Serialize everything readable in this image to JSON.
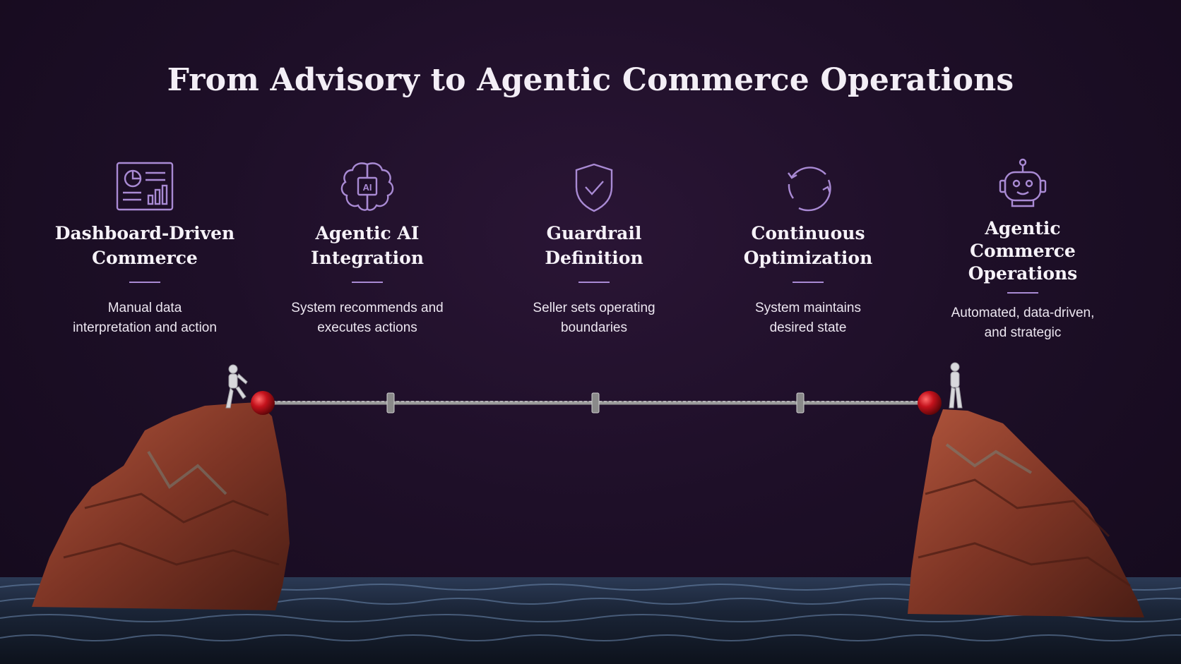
{
  "title": "From Advisory to Agentic Commerce Operations",
  "steps": [
    {
      "icon": "dashboard-chart-icon",
      "heading_line1": "Dashboard-Driven",
      "heading_line2": "Commerce",
      "heading_line3": "",
      "description_line1": "Manual data",
      "description_line2": "interpretation and action"
    },
    {
      "icon": "ai-brain-icon",
      "icon_text": "AI",
      "heading_line1": "Agentic AI",
      "heading_line2": "Integration",
      "heading_line3": "",
      "description_line1": "System recommends and",
      "description_line2": "executes actions"
    },
    {
      "icon": "shield-check-icon",
      "heading_line1": "Guardrail",
      "heading_line2": "Definition",
      "heading_line3": "",
      "description_line1": "Seller sets operating",
      "description_line2": "boundaries"
    },
    {
      "icon": "refresh-cycle-icon",
      "heading_line1": "Continuous",
      "heading_line2": "Optimization",
      "heading_line3": "",
      "description_line1": "System maintains",
      "description_line2": "desired state"
    },
    {
      "icon": "robot-icon",
      "heading_line1": "Agentic",
      "heading_line2": "Commerce",
      "heading_line3": "Operations",
      "description_line1": "Automated, data-driven,",
      "description_line2": "and strategic"
    }
  ],
  "colors": {
    "background": "#1e0f28",
    "icon_stroke": "#a98ad4",
    "divider": "#a98ad4",
    "rock": "#8c3d2b",
    "water": "#1a2436",
    "rope_anchor": "#c4121c"
  }
}
